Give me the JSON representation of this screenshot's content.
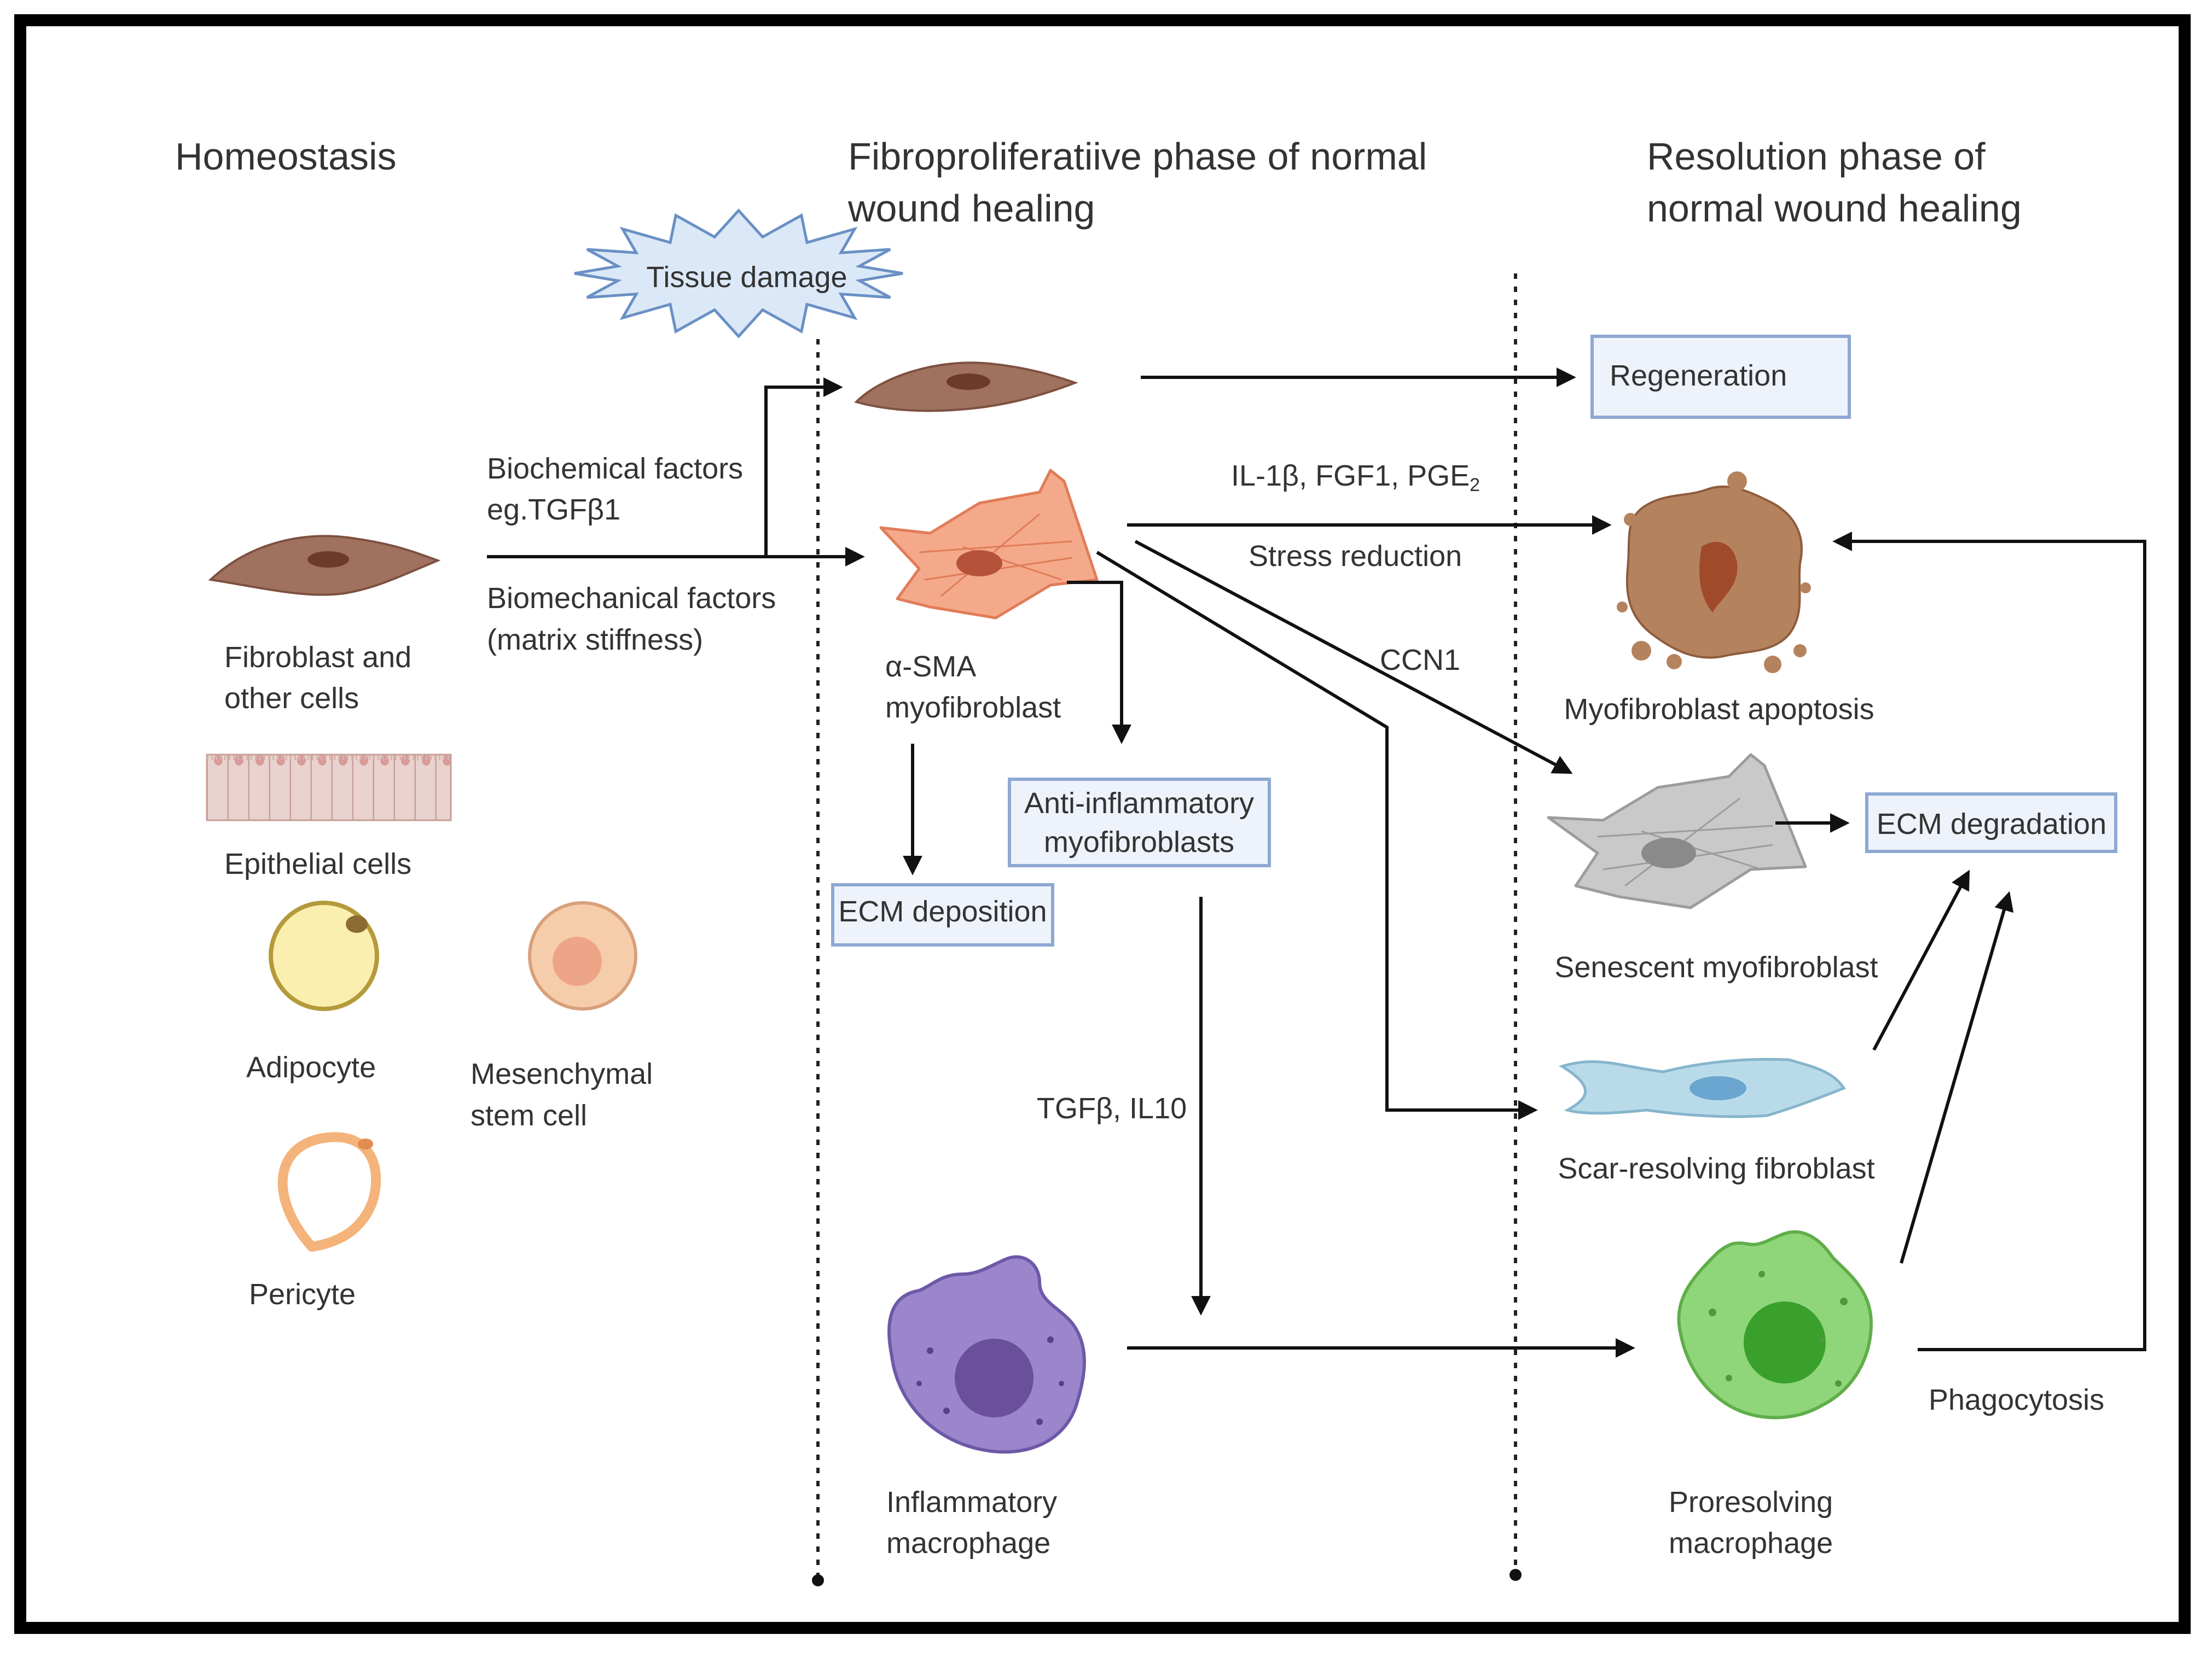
{
  "headings": {
    "homeostasis": "Homeostasis",
    "fibroproliferative_line1": "Fibroproliferatiive phase of normal",
    "fibroproliferative_line2": "wound healing",
    "resolution_line1": "Resolution phase of",
    "resolution_line2": "normal wound healing"
  },
  "homeostasis_cells": {
    "fibroblast_line1": "Fibroblast and",
    "fibroblast_line2": "other cells",
    "epithelial": "Epithelial cells",
    "adipocyte": "Adipocyte",
    "msc_line1": "Mesenchymal",
    "msc_line2": "stem cell",
    "pericyte": "Pericyte"
  },
  "factors": {
    "biochemical_line1": "Biochemical factors",
    "biochemical_line2": "eg.TGFβ1",
    "biomechanical_line1": "Biomechanical factors",
    "biomechanical_line2": "(matrix stiffness)"
  },
  "fibroproliferative": {
    "tissue_damage": "Tissue damage",
    "myofibroblast_line1": "α-SMA",
    "myofibroblast_line2": "myofibroblast",
    "anti_inflammatory_line1": "Anti-inflammatory",
    "anti_inflammatory_line2": "myofibroblasts",
    "ecm_deposition": "ECM deposition",
    "tgfb_il10": "TGFβ, IL10",
    "inflammatory_macrophage_line1": "Inflammatory",
    "inflammatory_macrophage_line2": "macrophage"
  },
  "signals": {
    "il1b": "IL-1β, FGF1, PGE",
    "il1b_sub": "2",
    "stress_reduction": "Stress reduction",
    "ccn1": "CCN1"
  },
  "resolution": {
    "regeneration": "Regeneration",
    "apoptosis": "Myofibroblast apoptosis",
    "ecm_degradation": "ECM degradation",
    "senescent": "Senescent myofibroblast",
    "scar_resolving": "Scar-resolving fibroblast",
    "phagocytosis": "Phagocytosis",
    "proresolving_line1": "Proresolving",
    "proresolving_line2": "macrophage"
  },
  "colors": {
    "fibroblast": "#a0715e",
    "myofibroblast": "#f4a98a",
    "apoptosis": "#b5825e",
    "senescent": "#c9c9c9",
    "scar_resolving": "#b9dbe9",
    "inflammatory_macrophage": "#9b86cc",
    "proresolving_macrophage": "#8fd67a",
    "adipocyte": "#fbefb0",
    "msc": "#f6cdaa",
    "pericyte": "#f4b37a",
    "box_fill": "#eef3fb",
    "box_stroke": "#8ea8d2"
  }
}
